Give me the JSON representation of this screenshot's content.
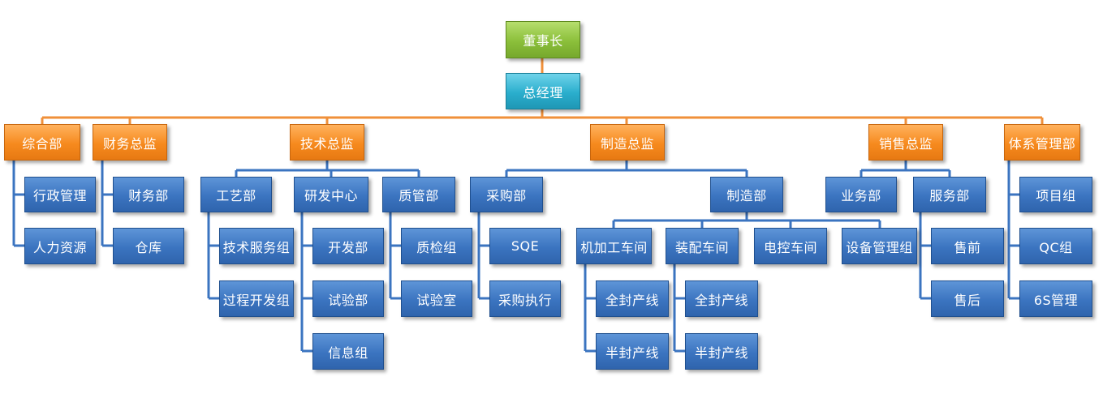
{
  "chairman": "董事长",
  "gm": "总经理",
  "directors": [
    "综合部",
    "财务总监",
    "技术总监",
    "制造总监",
    "销售总监",
    "体系管理部"
  ],
  "comprehensive": [
    "行政管理",
    "人力资源"
  ],
  "finance": [
    "财务部",
    "仓库"
  ],
  "tech": {
    "process": "工艺部",
    "process_children": [
      "技术服务组",
      "过程开发组"
    ],
    "rd": "研发中心",
    "rd_children": [
      "开发部",
      "试验部",
      "信息组"
    ],
    "quality": "质管部",
    "quality_children": [
      "质检组",
      "试验室"
    ]
  },
  "manufacturing": {
    "purchase": "采购部",
    "purchase_children": [
      "SQE",
      "采购执行"
    ],
    "production": "制造部",
    "workshops": [
      "机加工车间",
      "装配车间",
      "电控车间",
      "设备管理组"
    ],
    "machining_children": [
      "全封产线",
      "半封产线"
    ],
    "assembly_children": [
      "全封产线",
      "半封产线"
    ]
  },
  "sales": {
    "business": "业务部",
    "service": "服务部",
    "service_children": [
      "售前",
      "售后"
    ]
  },
  "system": [
    "项目组",
    "QC组",
    "6S管理"
  ],
  "colors": {
    "chairman": "#8bbf3a",
    "gm": "#2aaecd",
    "director": "#f68a1e",
    "department": "#3b74c0",
    "connector_top": "#f68a1e",
    "connector_mid": "#3b74c0"
  }
}
